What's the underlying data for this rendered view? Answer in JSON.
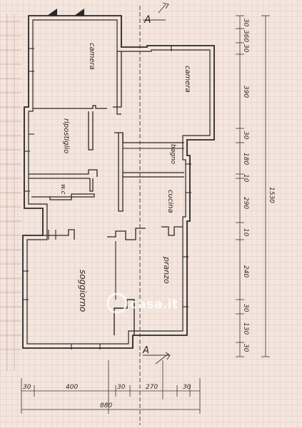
{
  "rooms": {
    "camera_1": "camera",
    "camera_2": "camera",
    "ripostiglio": "ripostiglio",
    "bagno": "bagno",
    "wc": "w.c",
    "cucina": "cucina",
    "pranzo": "pranzo",
    "soggiorno": "soggiorno"
  },
  "section_marks": {
    "top": "A",
    "bottom": "A"
  },
  "dimensions": {
    "right": [
      "30",
      "360",
      "30",
      "390",
      "30",
      "180",
      "10",
      "290",
      "10",
      "240",
      "30",
      "130",
      "30"
    ],
    "total_vertical": "1530",
    "bottom": [
      "30",
      "400",
      "30",
      "270",
      "30"
    ],
    "total_horizontal": "880"
  },
  "watermark": "casa.it"
}
